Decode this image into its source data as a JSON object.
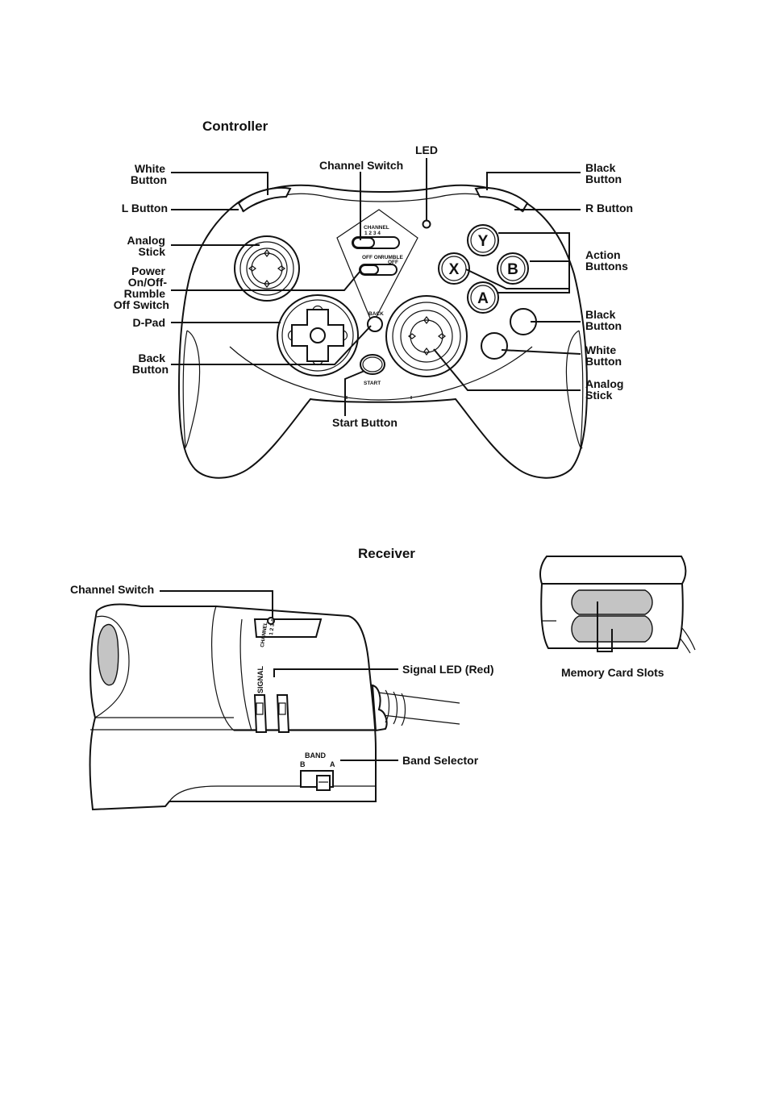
{
  "controller": {
    "title": "Controller",
    "labels": {
      "white_button_left": [
        "White",
        "Button"
      ],
      "l_button": "L   Button",
      "analog_stick_left": [
        "Analog",
        "Stick"
      ],
      "power_switch": [
        "Power",
        "On/Off-",
        "Rumble",
        "Off   Switch"
      ],
      "dpad": "D-Pad",
      "back_button": [
        "Back",
        "Button"
      ],
      "start_button": "Start   Button",
      "channel_switch": "Channel   Switch",
      "led": "LED",
      "black_button_top": [
        "Black",
        "Button"
      ],
      "r_button": "R   Button",
      "action_buttons": [
        "Action",
        "Buttons"
      ],
      "black_button_right": [
        "Black",
        "Button"
      ],
      "white_button_right": [
        "White",
        "Button"
      ],
      "analog_stick_right": [
        "Analog",
        "Stick"
      ]
    },
    "printed": {
      "channel": "CHANNEL",
      "channel_numbers": "1  2  3  4",
      "off_on": "OFF  ON",
      "rumble_off": [
        "RUMBLE",
        "OFF"
      ],
      "back": "BACK",
      "start": "START",
      "face_buttons": [
        "Y",
        "X",
        "B",
        "A"
      ]
    }
  },
  "receiver": {
    "title": "Receiver",
    "labels": {
      "channel_switch": "Channel   Switch",
      "signal_led": "Signal   LED   (Red)",
      "band_selector": "Band   Selector",
      "memory_card_slots": "Memory   Card   Slots"
    },
    "printed": {
      "channel": "CHANNEL",
      "channel_numbers": "1  2  3  4",
      "signal": "SIGNAL",
      "band": "BAND",
      "band_b": "B",
      "band_a": "A"
    }
  }
}
